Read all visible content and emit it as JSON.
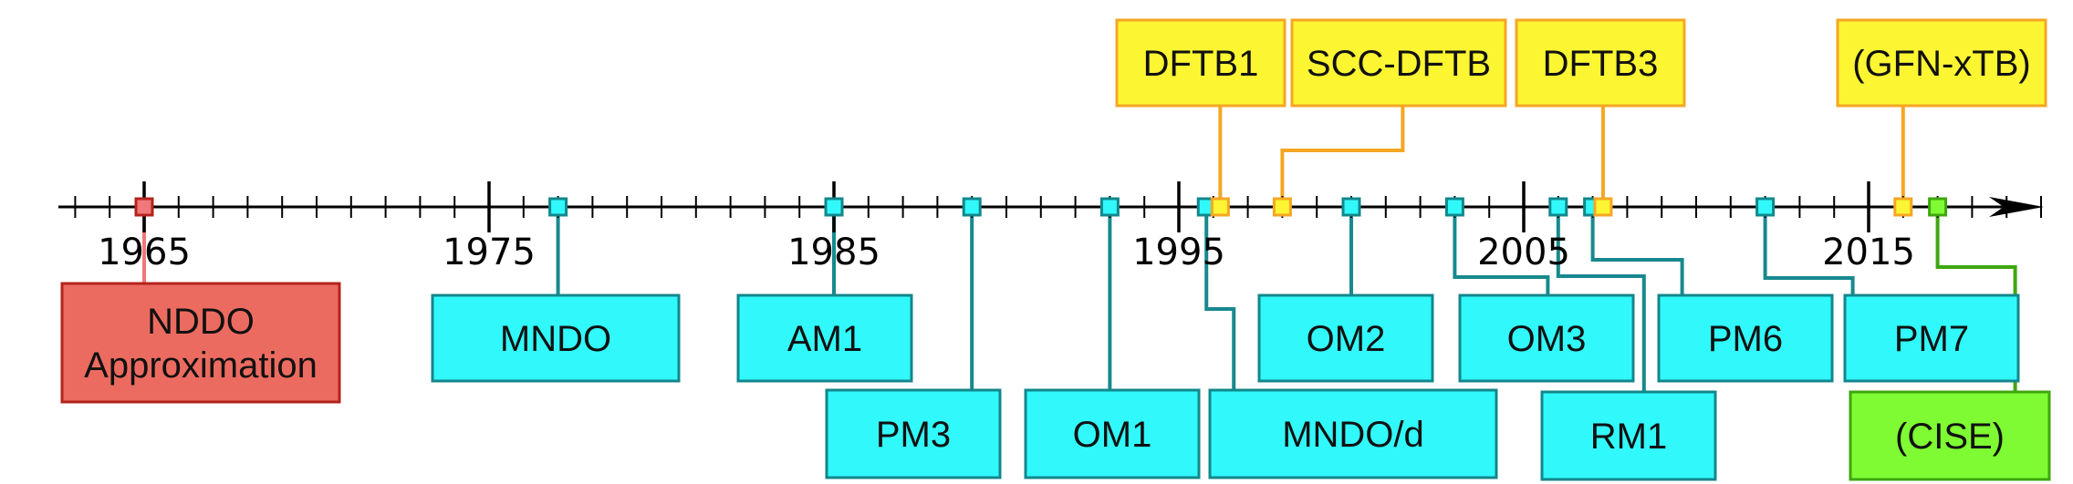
{
  "colors": {
    "nddo_fill": "#ec6b60",
    "nddo_stroke": "#b4231d",
    "nddo_marker": "#f0787a",
    "cyan_fill": "#31f8fa",
    "cyan_stroke": "#12878c",
    "cyan_connector": "#17898e",
    "yellow_fill": "#fcf532",
    "yellow_stroke": "#f5a623",
    "yellow_connector": "#f5a623",
    "green_fill": "#7efb32",
    "green_stroke": "#3fa60f",
    "axis": "#000000"
  },
  "timeline": {
    "start_year": 1963,
    "end_year": 2020,
    "year_labels": [
      "1965",
      "1975",
      "1985",
      "1995",
      "2005",
      "2015"
    ]
  },
  "methods": [
    {
      "label": "NDDO\nApproximation",
      "year": 1965,
      "category": "nddo"
    },
    {
      "label": "MNDO",
      "year": 1977,
      "category": "cyan"
    },
    {
      "label": "AM1",
      "year": 1985,
      "category": "cyan"
    },
    {
      "label": "PM3",
      "year": 1989,
      "category": "cyan"
    },
    {
      "label": "OM1",
      "year": 1993,
      "category": "cyan"
    },
    {
      "label": "MNDO/d",
      "year": 1995.8,
      "category": "cyan"
    },
    {
      "label": "DFTB1",
      "year": 1996.2,
      "category": "yellow"
    },
    {
      "label": "SCC-DFTB",
      "year": 1998,
      "category": "yellow"
    },
    {
      "label": "OM2",
      "year": 2000,
      "category": "cyan"
    },
    {
      "label": "OM3",
      "year": 2003,
      "category": "cyan"
    },
    {
      "label": "RM1",
      "year": 2006,
      "category": "cyan"
    },
    {
      "label": "PM6",
      "year": 2007,
      "category": "cyan"
    },
    {
      "label": "DFTB3",
      "year": 2007.3,
      "category": "yellow"
    },
    {
      "label": "PM7",
      "year": 2012,
      "category": "cyan"
    },
    {
      "label": "(GFN-xTB)",
      "year": 2016,
      "category": "yellow"
    },
    {
      "label": "(CISE)",
      "year": 2017,
      "category": "green"
    }
  ]
}
